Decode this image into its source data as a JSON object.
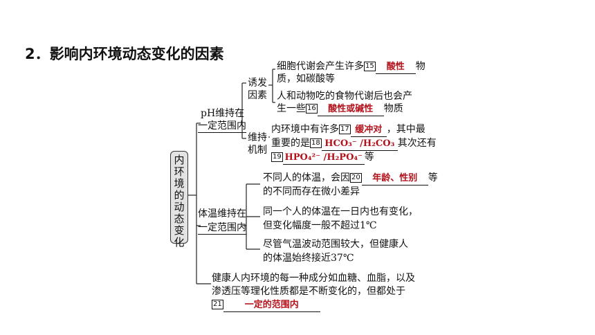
{
  "title": "2．影响内环境动态变化的因素",
  "root": "内环境的动态变化",
  "ph": {
    "label1": "pH维持在",
    "label2": "一定范围内",
    "trigger": {
      "l1": "诱发",
      "l2": "因素"
    },
    "mech": {
      "l1": "维持",
      "l2": "机制"
    },
    "s1": {
      "a": "细胞代谢会产生许多",
      "n": "15",
      "ans": "酸性",
      "b": "物",
      "c": "质，如碳酸等"
    },
    "s2": {
      "a": "人和动物吃的食物代谢后也会产",
      "b": "生一些",
      "n": "16",
      "ans": "酸性或碱性",
      "c": "物质"
    },
    "s3": {
      "a": "内环境中有许多",
      "n": "17",
      "ans": "缓冲对",
      "b": "，其中最",
      "c": "重要的是",
      "n2": "18",
      "ans2a": "HCO₃⁻",
      "ans2b": "/H₂CO₃",
      "d": "其次还有",
      "n3": "19",
      "ans3a": "HPO₄²⁻",
      "ans3b": "/H₂PO₄⁻",
      "e": "等"
    }
  },
  "temp": {
    "label1": "体温维持在",
    "label2": "一定范围内",
    "s1": {
      "a": "不同人的体温，会因",
      "n": "20",
      "ans": "年龄、性别",
      "b": "等",
      "c": "的不同而存在微小差异"
    },
    "s2": {
      "a": "同一个人的体温在一日内也有变化，",
      "b": "但变化幅度一般不超过1℃"
    },
    "s3": {
      "a": "尽管气温波动范围较大，但健康人",
      "b": "的体温始终接近37℃"
    }
  },
  "health": {
    "a": "健康人内环境的每一种成分如血糖、血脂，以及",
    "b": "渗透压等理化性质都是不断变化的，但都处于",
    "n": "21",
    "ans": "一定的范围内"
  }
}
